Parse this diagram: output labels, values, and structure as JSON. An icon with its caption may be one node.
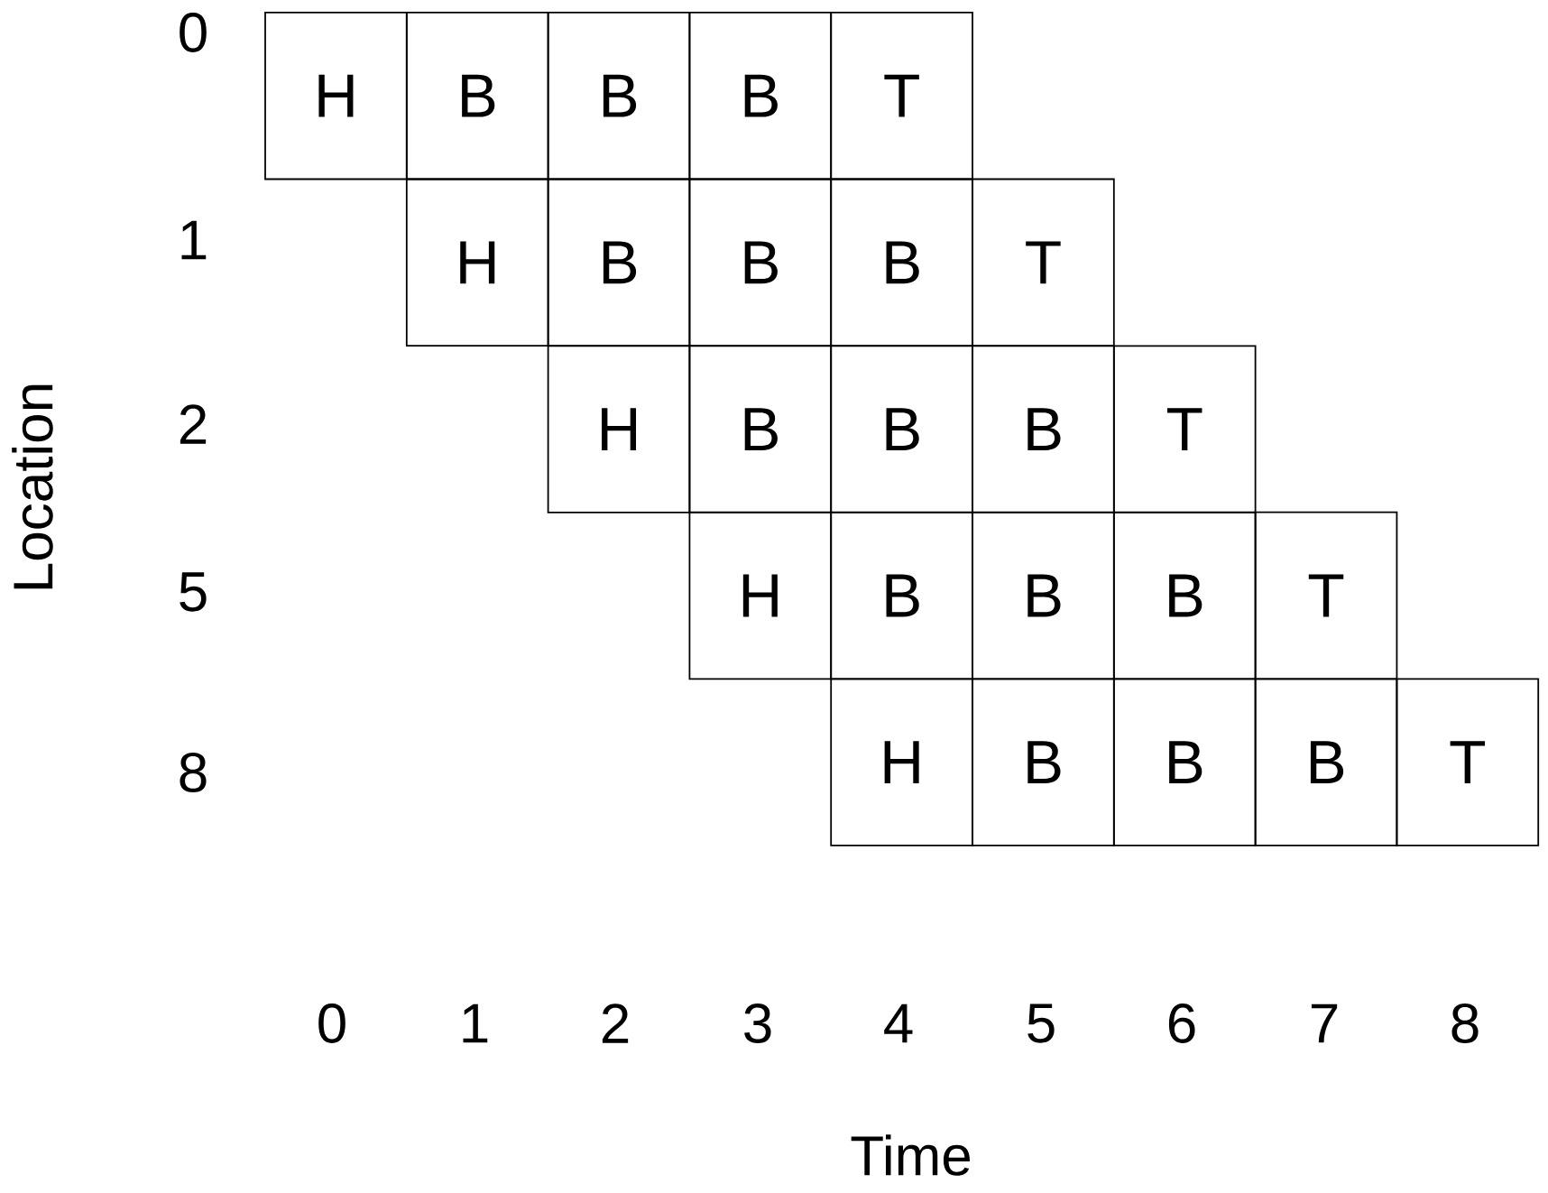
{
  "diagram": {
    "nodes": [
      {
        "text": [
          "H"
        ]
      },
      {
        "text": [
          "B"
        ]
      },
      {
        "text": [
          "B"
        ]
      },
      {
        "text": [
          "B"
        ]
      },
      {
        "text": [
          "T"
        ]
      },
      {
        "text": [
          "H"
        ]
      },
      {
        "text": [
          "B"
        ]
      },
      {
        "text": [
          "B"
        ]
      },
      {
        "text": [
          "B"
        ]
      },
      {
        "text": [
          "T"
        ]
      },
      {
        "text": [
          "H"
        ]
      },
      {
        "text": [
          "B"
        ]
      },
      {
        "text": [
          "B"
        ]
      },
      {
        "text": [
          "B"
        ]
      },
      {
        "text": [
          "T"
        ]
      },
      {
        "text": [
          "H"
        ]
      },
      {
        "text": [
          "B"
        ]
      },
      {
        "text": [
          "B"
        ]
      },
      {
        "text": [
          "B"
        ]
      },
      {
        "text": [
          "T"
        ]
      },
      {
        "text": [
          "H"
        ]
      },
      {
        "text": [
          "B"
        ]
      },
      {
        "text": [
          "B"
        ]
      },
      {
        "text": [
          "B"
        ]
      },
      {
        "text": [
          "T"
        ]
      }
    ],
    "labels": [
      "0",
      "1",
      "2",
      "5",
      "8",
      "0",
      "1",
      "2",
      "3",
      "4",
      "5",
      "6",
      "7",
      "8",
      "Location",
      "Time"
    ]
  }
}
